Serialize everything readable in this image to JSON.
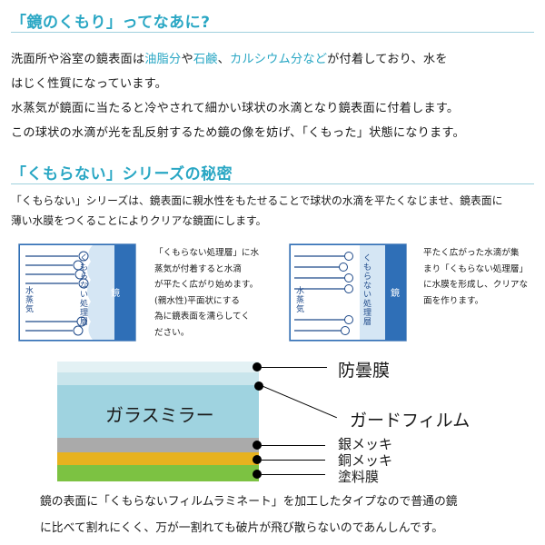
{
  "section1": {
    "title": "「鏡のくもり」ってなあに?",
    "line1": {
      "t1": "洗面所や浴室の鏡表面は",
      "h1": "油脂分",
      "t2": "や",
      "h2": "石鹸",
      "t3": "、",
      "h3": "カルシウム分など",
      "t4": "が付着しており、水を"
    },
    "line2": "はじく性質になっています。",
    "line3": "水蒸気が鏡面に当たると冷やされて細かい球状の水滴となり鏡表面に付着します。",
    "line4": "この球状の水滴が光を乱反射するため鏡の像を妨げ、「くもった」状態になります。"
  },
  "section2": {
    "title": "「くもらない」シリーズの秘密",
    "line1": "「くもらない」シリーズは、鏡表面に親水性をもたせることで球状の水滴を平たくなじませ、鏡表面に",
    "line2": "薄い水膜をつくることによりクリアな鏡面にします。"
  },
  "diagram1": {
    "vapor_label": "水蒸気",
    "layer_label": "くもらない処理層",
    "mirror_label": "鏡",
    "note": [
      "「くもらない処理層」に水",
      "蒸気が付着すると水滴",
      "が平たく広がり始めます。",
      "(親水性)平面状にする",
      "為に鏡表面を濡らしてく",
      "ださい。"
    ]
  },
  "diagram2": {
    "vapor_label": "水蒸気",
    "layer_label": "くもらない処理層",
    "mirror_label": "鏡",
    "note": [
      "平たく広がった水滴が集",
      "まり「くもらない処理層」",
      "に水膜を形成し、クリアな",
      "面を作ります。"
    ]
  },
  "layers": {
    "antifog": "防曇膜",
    "glass": "ガラスミラー",
    "guard_film": "ガードフィルム",
    "silver": "銀メッキ",
    "copper": "銅メッキ",
    "paint": "塗料膜"
  },
  "colors": {
    "accent": "#2aa7c4",
    "panel_blue": "#2f6fb7",
    "layer_antifog": "#e3f1f4",
    "layer_guard": "#c9e5ec",
    "layer_glass": "#9fd3e0",
    "layer_silver": "#aaaaaa",
    "layer_copper": "#e7b21f",
    "layer_paint": "#7cc242"
  },
  "bottom": {
    "line1": "鏡の表面に「くもらないフィルムラミネート」を加工したタイプなので普通の鏡",
    "line2": "に比べて割れにくく、万が一割れても破片が飛び散らないのであんしんです。"
  }
}
